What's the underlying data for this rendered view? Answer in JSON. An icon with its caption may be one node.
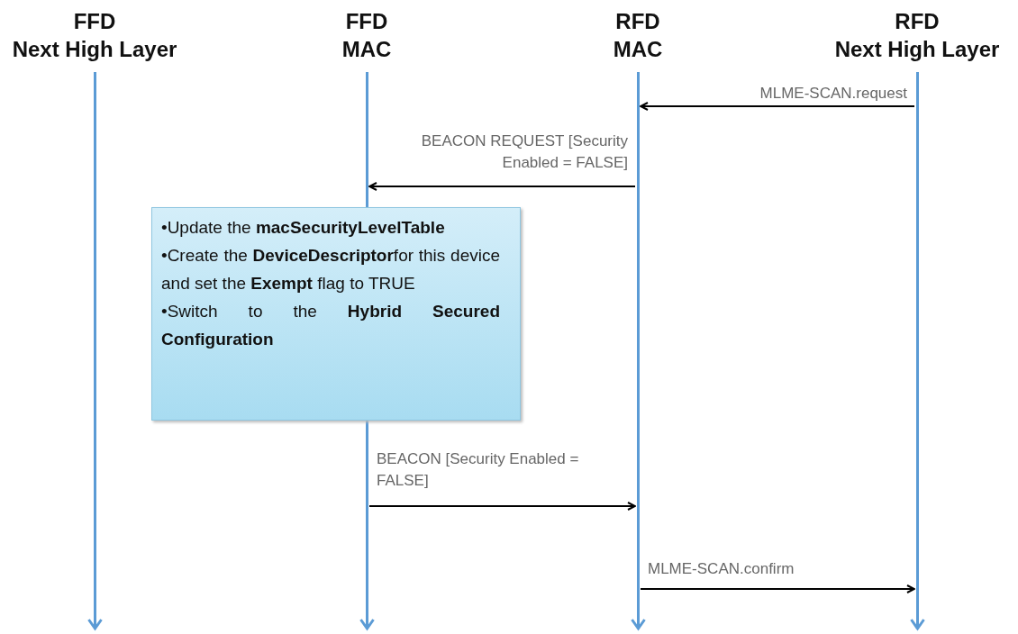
{
  "diagram": {
    "nodes": [
      {
        "text": [
          "FFD",
          "Next High Layer"
        ]
      },
      {
        "text": [
          "FFD",
          "MAC"
        ]
      },
      {
        "text": [
          "RFD",
          "MAC"
        ]
      },
      {
        "text": [
          "RFD",
          "Next High Layer"
        ]
      },
      {
        "text": [
          "•Update the **macSecurityLevelTable**",
          "•Create the **DeviceDescriptor**for this device and set the **Exempt** flag to TRUE",
          "•Switch to the **Hybrid Secured Configuration**"
        ]
      }
    ],
    "edges": [
      {
        "from": 3,
        "to": 2,
        "arrow": "to",
        "label": "MLME-SCAN.request"
      },
      {
        "from": 2,
        "to": 1,
        "arrow": "to",
        "label": "BEACON REQUEST [Security Enabled = FALSE]"
      },
      {
        "from": 1,
        "to": 2,
        "arrow": "to",
        "label": "BEACON [Security Enabled = FALSE]"
      },
      {
        "from": 2,
        "to": 3,
        "arrow": "to",
        "label": "MLME-SCAN.confirm"
      }
    ]
  }
}
